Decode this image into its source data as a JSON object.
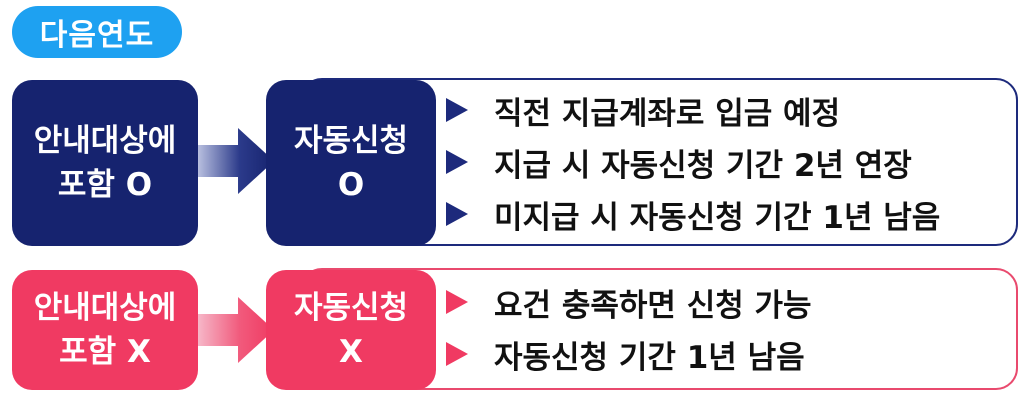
{
  "header": {
    "label": "다음연도"
  },
  "rows": [
    {
      "left": {
        "line1": "안내대상에",
        "line2": "포함 O"
      },
      "middle": {
        "line1": "자동신청",
        "line2": "O"
      },
      "bullets": [
        "직전 지급계좌로 입금 예정",
        "지급 시 자동신청 기간 2년 연장",
        "미지급 시 자동신청 기간 1년 남음"
      ]
    },
    {
      "left": {
        "line1": "안내대상에",
        "line2": "포함 X"
      },
      "middle": {
        "line1": "자동신청",
        "line2": "X"
      },
      "bullets": [
        "요건 충족하면 신청 가능",
        "자동신청 기간 1년 남음"
      ]
    }
  ],
  "colors": {
    "navy": "#16236f",
    "red": "#f03a62",
    "sky": "#1ea1f1"
  }
}
